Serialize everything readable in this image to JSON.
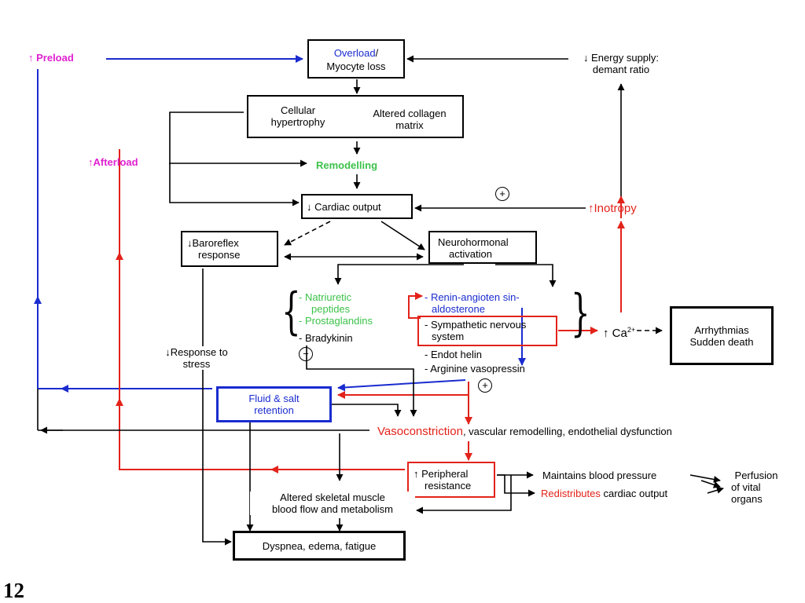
{
  "colors": {
    "blue": "#1a2ccf",
    "red": "#e2231a",
    "green": "#3cc24a",
    "magenta": "#e020d0",
    "black": "#000000"
  },
  "slide_number": "12",
  "nodes": {
    "preload": "↑ Preload",
    "afterload": "↑Afterload",
    "overload": "Overload",
    "overload_slash": "/",
    "myocyte_loss": "Myocyte loss",
    "energy_supply_1": "↓ Energy supply:",
    "energy_supply_2": "demant ratio",
    "cellular_1": "Cellular",
    "cellular_2": "hypertrophy",
    "collagen_1": "Altered collagen",
    "collagen_2": "matrix",
    "remodelling": "Remodelling",
    "cardiac_output": "↓ Cardiac output",
    "inotropy": "↑Inotropy",
    "plus": "+",
    "baroreflex_1": "↓Baroreflex",
    "baroreflex_2": "response",
    "neuro_1": "Neurohormonal",
    "neuro_2": "activation",
    "natriuretic_1": "-  Natriuretic",
    "natriuretic_2": "peptides",
    "prostaglandins": "-  Prostaglandins",
    "bradykinin": "-  Bradykinin",
    "minus": "−",
    "renin_1": "- Renin-angioten sin-",
    "renin_2": "aldosterone",
    "sympathetic_1": "- Sympathetic nervous",
    "sympathetic_2": "system",
    "endothelin": "- Endot helin",
    "vasopressin": "- Arginine vasopressin",
    "calcium": "↑ Ca",
    "calcium_sup": "2+",
    "arrhythmias_1": "Arrhythmias",
    "arrhythmias_2": "Sudden death",
    "response_stress_1": "↓Response to",
    "response_stress_2": "stress",
    "fluid_1": "Fluid & salt",
    "fluid_2": "retention",
    "vasoconstriction": "Vasoconstriction",
    "vaso_rest": ", vascular remodelling, endothelial dysfunction",
    "peripheral_1": "↑ Peripheral",
    "peripheral_2": "resistance",
    "maintains": "Maintains blood pressure",
    "redistributes": "Redistributes",
    "cardiac_output_lc": " cardiac output",
    "perfusion_1": "Perfusion",
    "perfusion_2": "of vital",
    "perfusion_3": "organs",
    "skeletal_1": "Altered skeletal muscle",
    "skeletal_2": "blood flow and metabolism",
    "dyspnea": "Dyspnea, edema, fatigue"
  }
}
